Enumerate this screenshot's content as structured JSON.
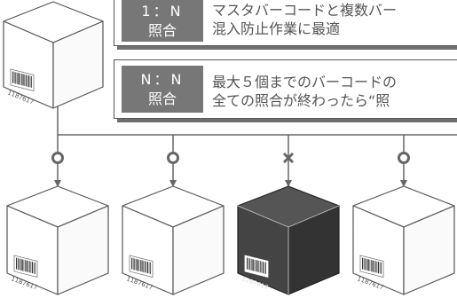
{
  "panels": [
    {
      "ratio": "1：N",
      "label": "照合",
      "line1": "マスタバーコードと複数バー",
      "line2": "混入防止作業に最適"
    },
    {
      "ratio": "N：N",
      "label": "照合",
      "line1": "最大５個までのバーコードの",
      "line2": "全ての照合が終わったら“照"
    }
  ],
  "master_box": {
    "barcode_number": "1187617"
  },
  "boxes": [
    {
      "result": "o",
      "barcode_number": "1187617",
      "style": "white"
    },
    {
      "result": "o",
      "barcode_number": "1187617",
      "style": "white"
    },
    {
      "result": "x",
      "barcode_number": "1287617",
      "style": "dark"
    },
    {
      "result": "o",
      "barcode_number": "1187617",
      "style": "white"
    }
  ],
  "colors": {
    "line": "#666666",
    "dark_box_left": "#444444",
    "dark_box_right": "#333333",
    "dark_box_top": "#555555"
  }
}
